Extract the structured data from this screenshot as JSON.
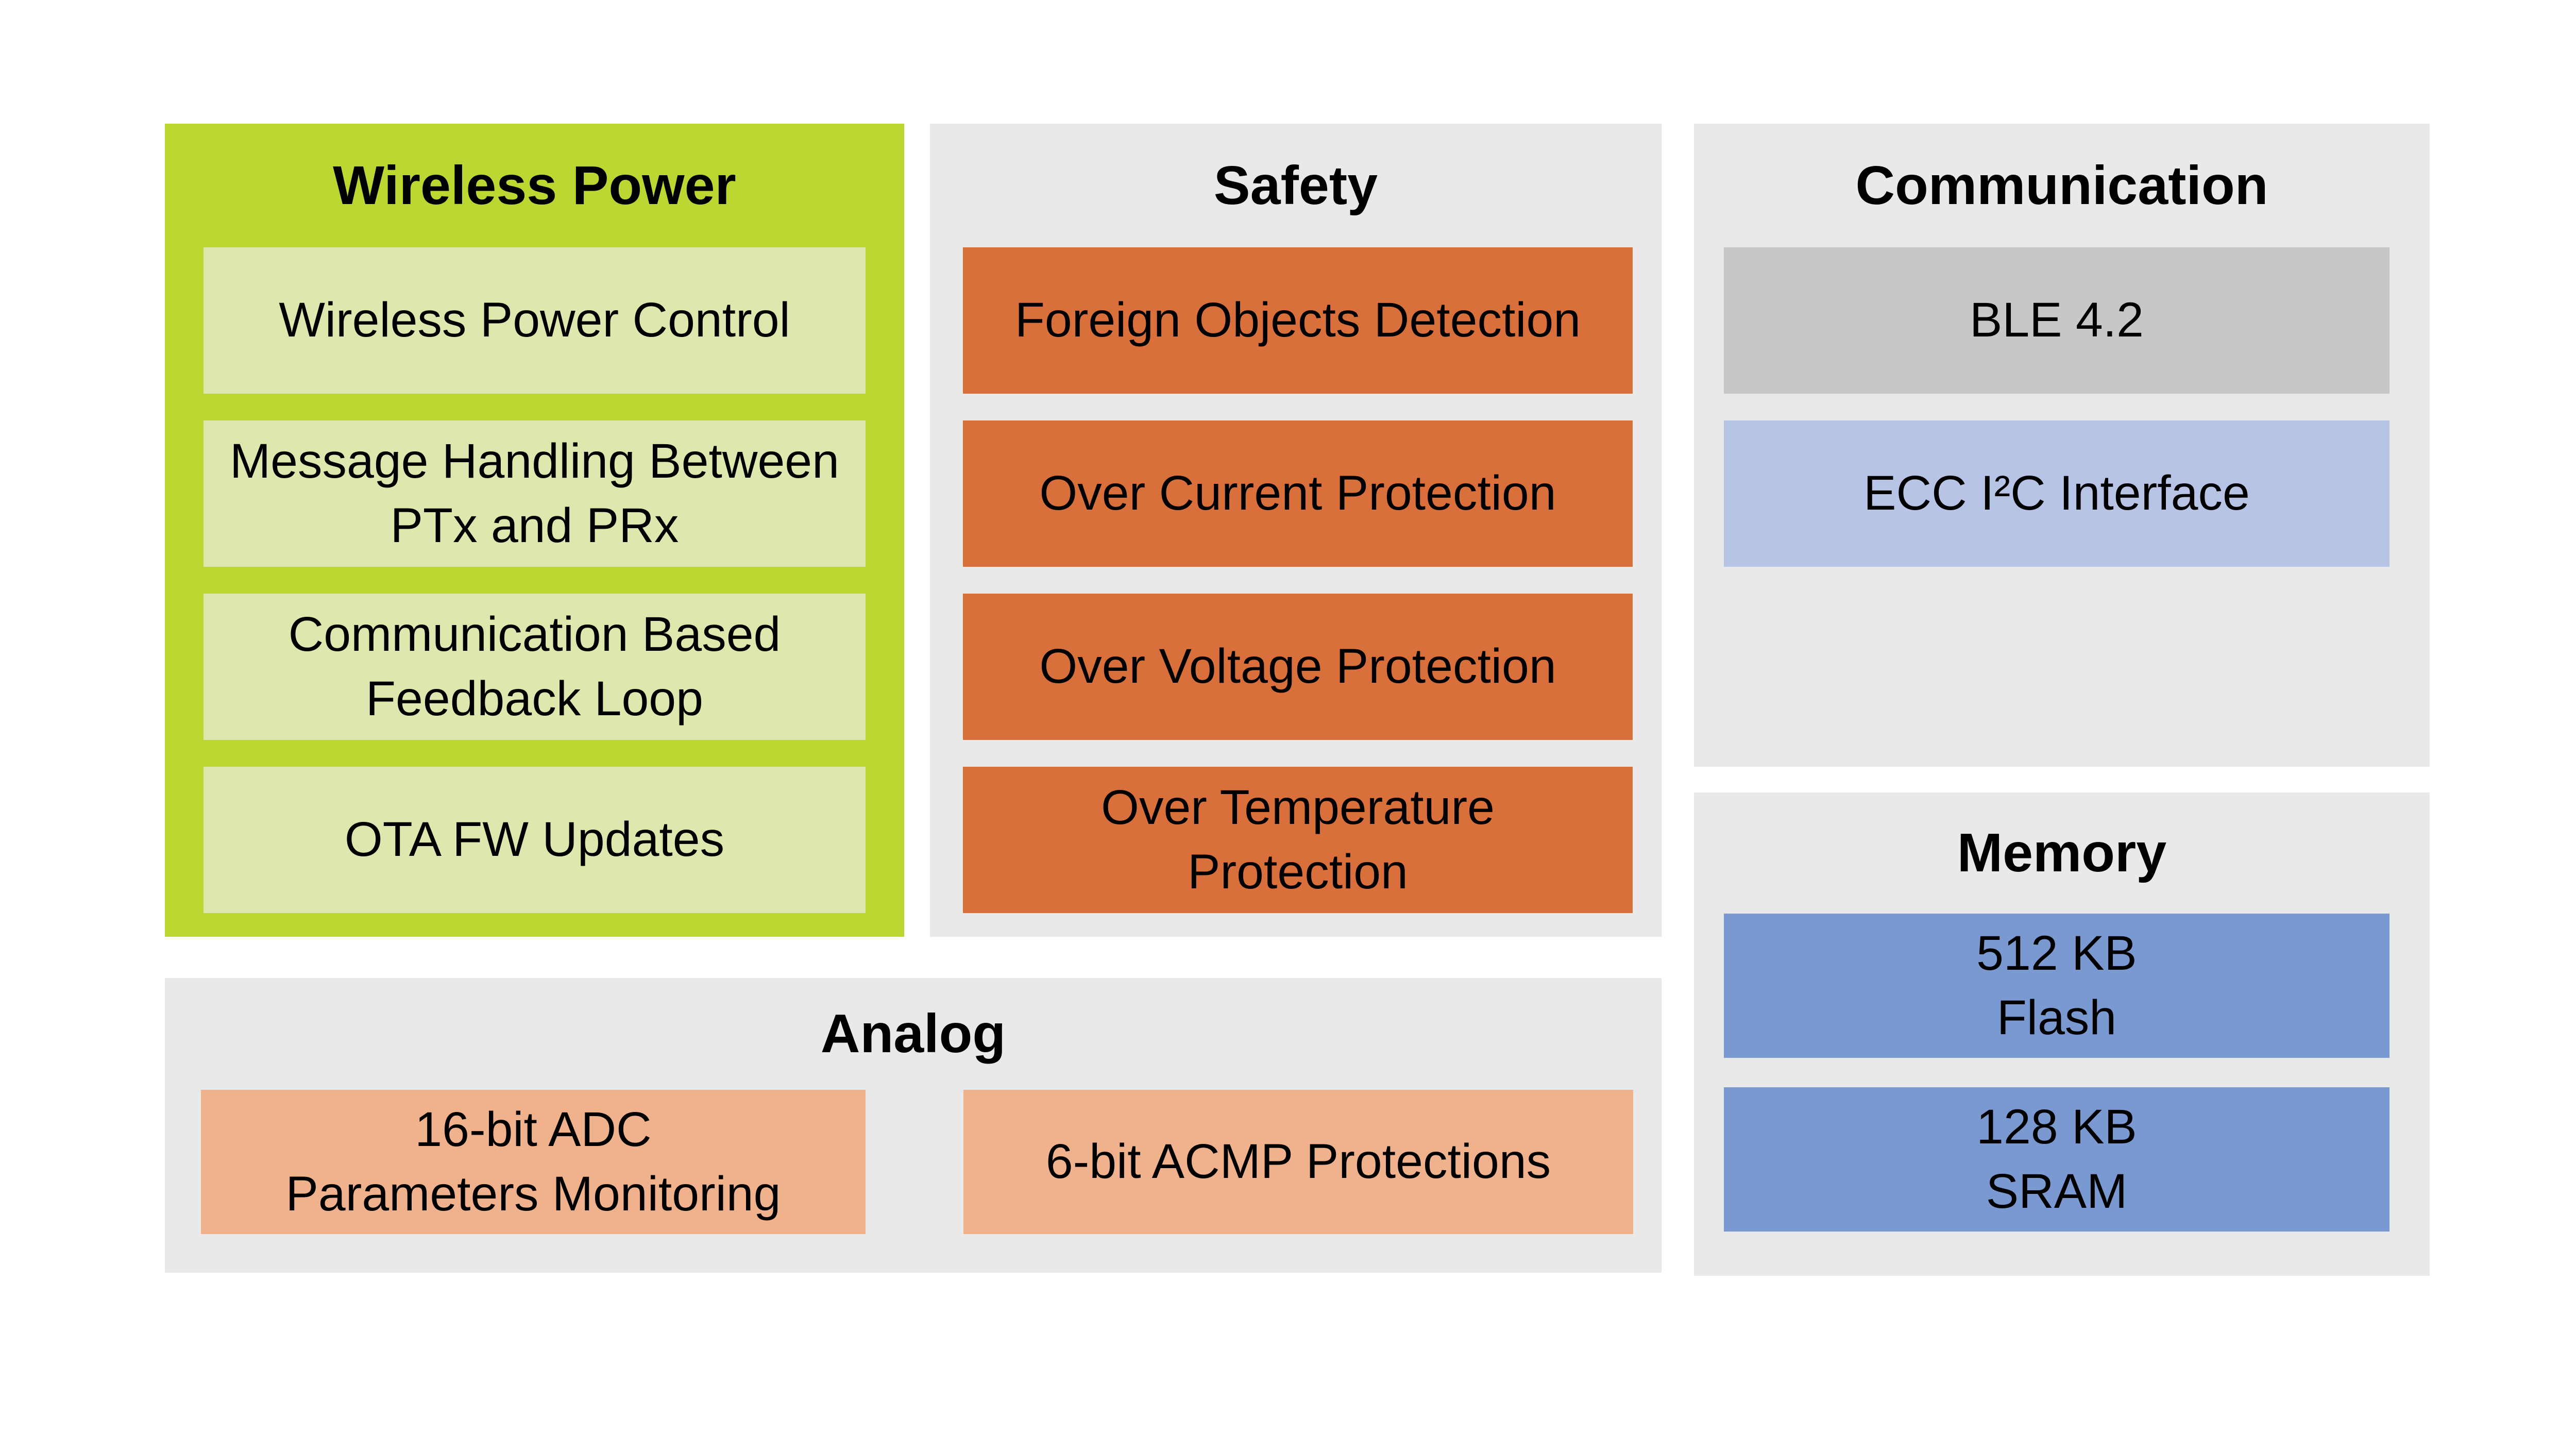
{
  "page": {
    "background_color": "#ffffff",
    "text_color": "#000000"
  },
  "sections": {
    "wireless_power": {
      "title": "Wireless Power",
      "container_color": "#bcd632",
      "item_color": "#dee7ae",
      "items": [
        {
          "label": "Wireless Power Control"
        },
        {
          "label": "Message Handling Between\nPTx and PRx"
        },
        {
          "label": "Communication Based\nFeedback Loop"
        },
        {
          "label": "OTA FW Updates"
        }
      ]
    },
    "safety": {
      "title": "Safety",
      "container_color": "#e9e9e9",
      "item_color": "#d9703c",
      "items": [
        {
          "label": "Foreign Objects Detection"
        },
        {
          "label": "Over Current Protection"
        },
        {
          "label": "Over Voltage Protection"
        },
        {
          "label": "Over Temperature\nProtection"
        }
      ]
    },
    "communication": {
      "title": "Communication",
      "container_color": "#e9e9e9",
      "items": [
        {
          "label": "BLE 4.2",
          "color": "#c6c7c8"
        },
        {
          "label": "ECC I²C Interface",
          "color": "#b7c4e6"
        }
      ]
    },
    "memory": {
      "title": "Memory",
      "container_color": "#e9e9e9",
      "item_color": "#7a99d1",
      "items": [
        {
          "label": "512 KB\nFlash"
        },
        {
          "label": "128 KB\nSRAM"
        }
      ]
    },
    "analog": {
      "title": "Analog",
      "container_color": "#e9e9e9",
      "item_color": "#efb28c",
      "items": [
        {
          "label": "16-bit ADC\nParameters Monitoring"
        },
        {
          "label": "6-bit ACMP Protections"
        }
      ]
    }
  }
}
